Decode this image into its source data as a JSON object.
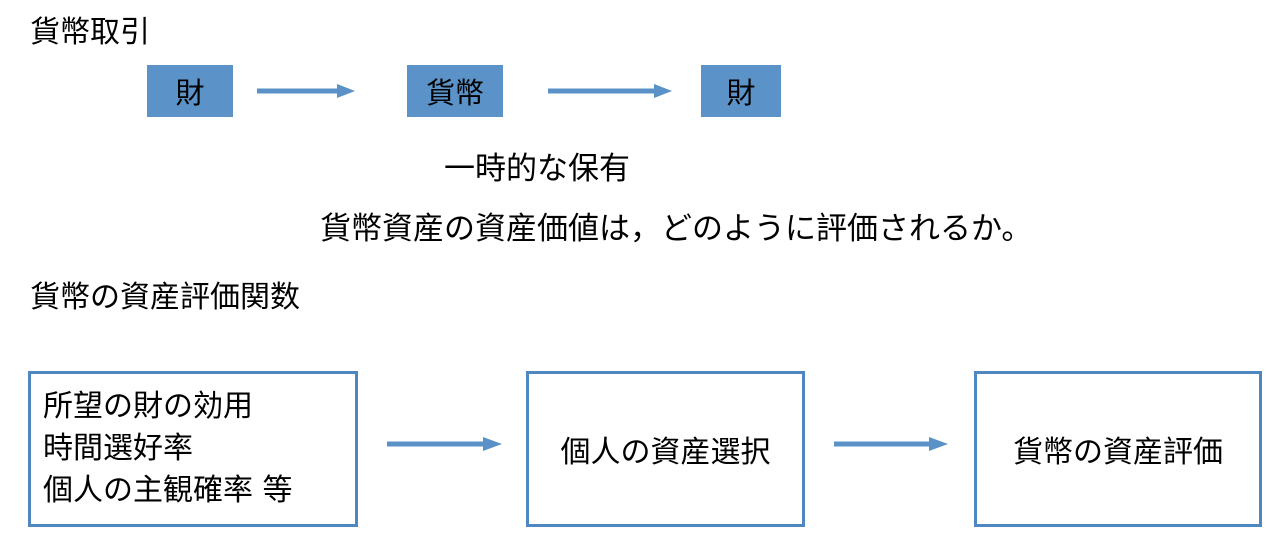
{
  "colors": {
    "box_fill": "#5b93c9",
    "box_border": "#4f88c0",
    "arrow": "#5a91c6"
  },
  "section1": {
    "title": "貨幣取引",
    "flow": [
      "財",
      "貨幣",
      "財"
    ],
    "caption": "一時的な保有",
    "question": "貨幣資産の資産価値は，どのように評価されるか。"
  },
  "section2": {
    "title": "貨幣の資産評価関数",
    "inputs": [
      "所望の財の効用",
      "時間選好率",
      "個人の主観確率 等"
    ],
    "middle": "個人の資産選択",
    "result": "貨幣の資産評価"
  }
}
